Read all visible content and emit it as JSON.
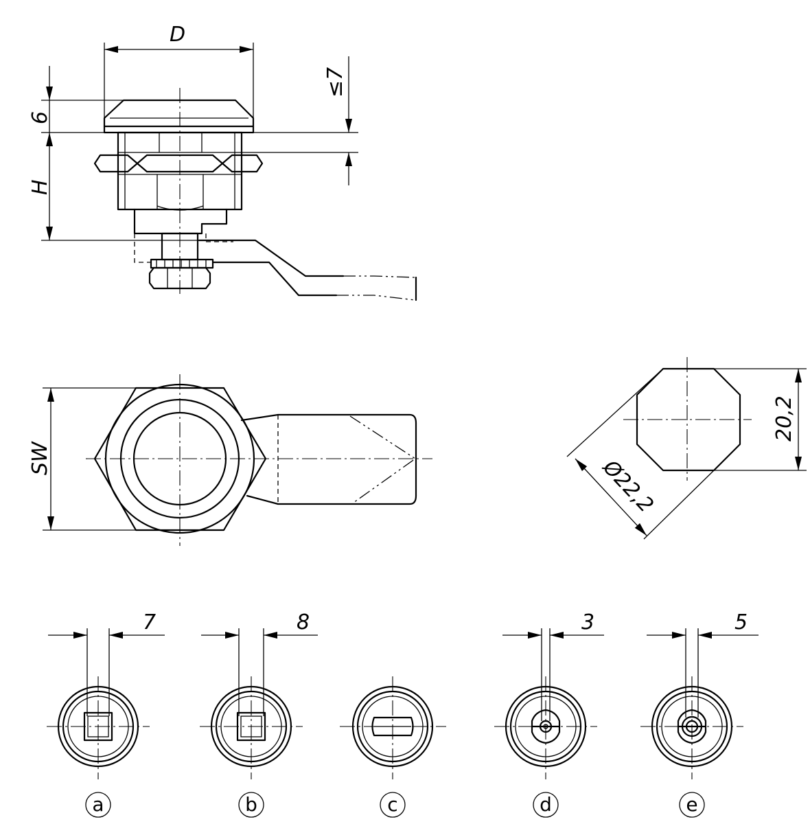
{
  "side_view": {
    "dim_D": "D",
    "dim_6": "6",
    "dim_H": "H",
    "dim_le7": "≤7"
  },
  "top_view": {
    "dim_SW": "SW"
  },
  "cam_view": {
    "dim_202": "20,2",
    "dim_diam": "Ø22,2"
  },
  "variants": [
    {
      "label": "a",
      "dim": "7"
    },
    {
      "label": "b",
      "dim": "8"
    },
    {
      "label": "c",
      "dim": ""
    },
    {
      "label": "d",
      "dim": "3"
    },
    {
      "label": "e",
      "dim": "5"
    }
  ]
}
